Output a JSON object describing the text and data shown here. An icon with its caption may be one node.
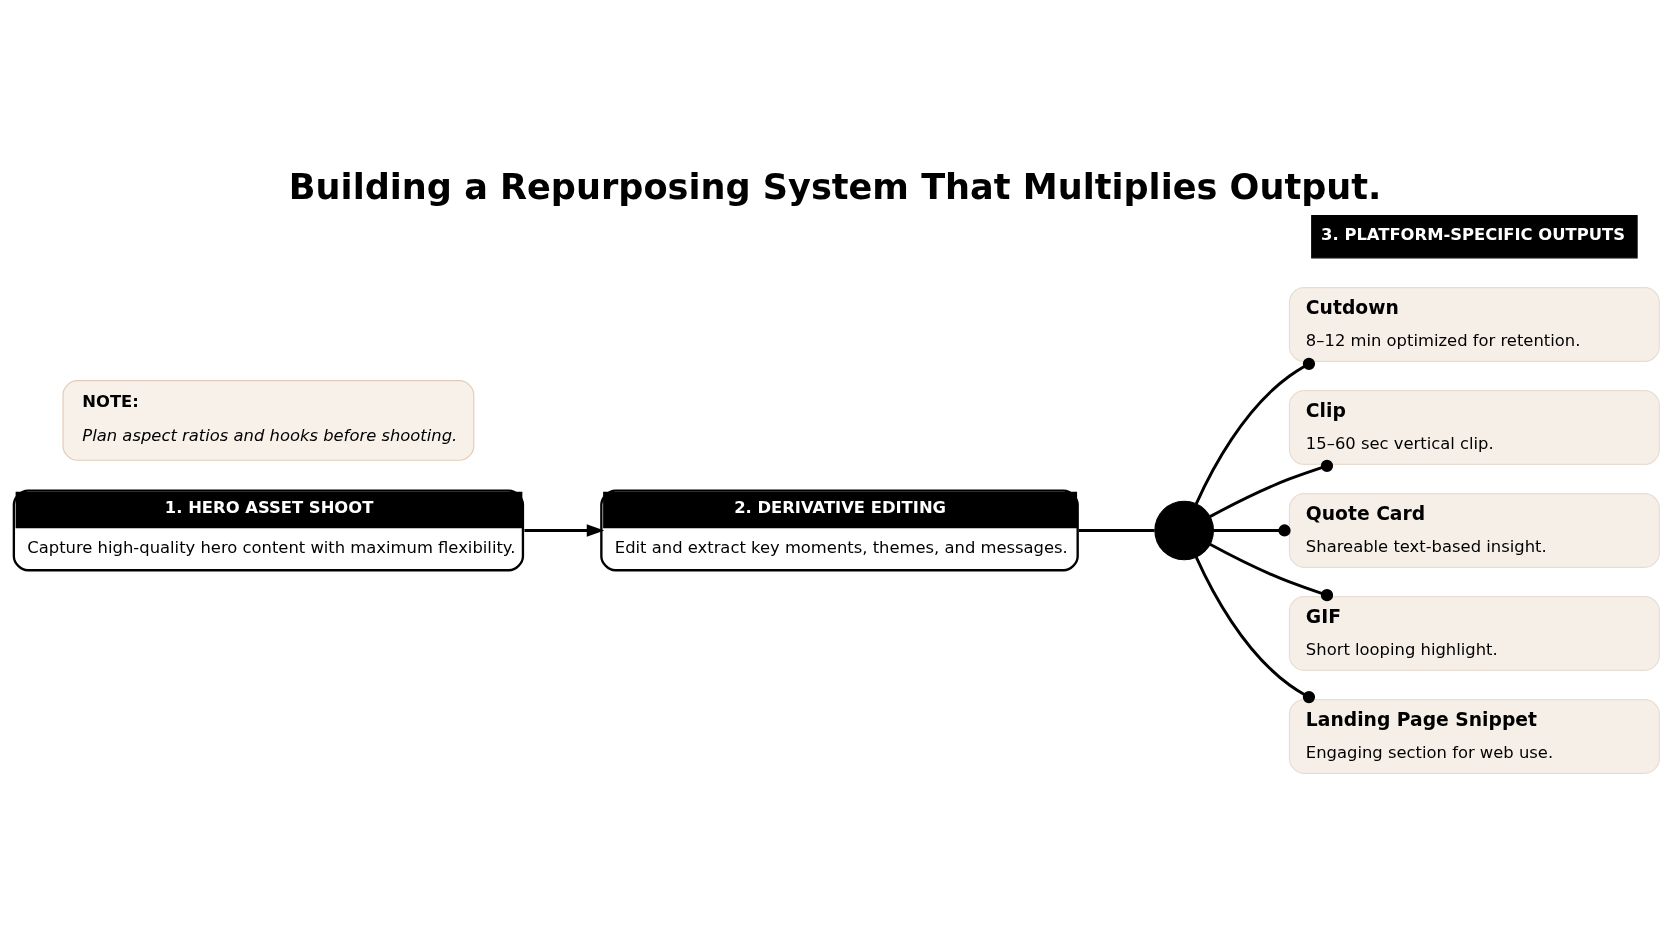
{
  "diagram": {
    "title": "Building a Repurposing System That Multiplies Output.",
    "nodes": [
      {
        "text": [
          "1. HERO ASSET SHOOT",
          "Capture high-quality hero content with maximum flexibility."
        ]
      },
      {
        "text": [
          "2. DERIVATIVE EDITING",
          "Edit and extract key moments, themes, and messages."
        ]
      },
      {
        "text": [],
        "shape": "circle"
      },
      {
        "text": [
          "Cutdown",
          "8–12 min optimized for retention."
        ]
      },
      {
        "text": [
          "Clip",
          "15–60 sec vertical clip."
        ]
      },
      {
        "text": [
          "Quote Card",
          "Shareable text-based insight."
        ]
      },
      {
        "text": [
          "GIF",
          "Short looping highlight."
        ]
      },
      {
        "text": [
          "Landing Page Snippet",
          "Engaging section for web use."
        ]
      },
      {
        "text": [
          "NOTE:",
          "Plan aspect ratios and hooks before shooting."
        ]
      }
    ],
    "edges": [
      {
        "from": 0,
        "to": 1,
        "arrow": "to"
      },
      {
        "from": 1,
        "to": 2,
        "arrow": "none"
      },
      {
        "from": 2,
        "to": 3,
        "arrow": "other"
      },
      {
        "from": 2,
        "to": 4,
        "arrow": "other"
      },
      {
        "from": 2,
        "to": 5,
        "arrow": "other"
      },
      {
        "from": 2,
        "to": 6,
        "arrow": "other"
      },
      {
        "from": 2,
        "to": 7,
        "arrow": "other"
      }
    ],
    "labels": [
      "3. PLATFORM-SPECIFIC OUTPUTS"
    ]
  }
}
